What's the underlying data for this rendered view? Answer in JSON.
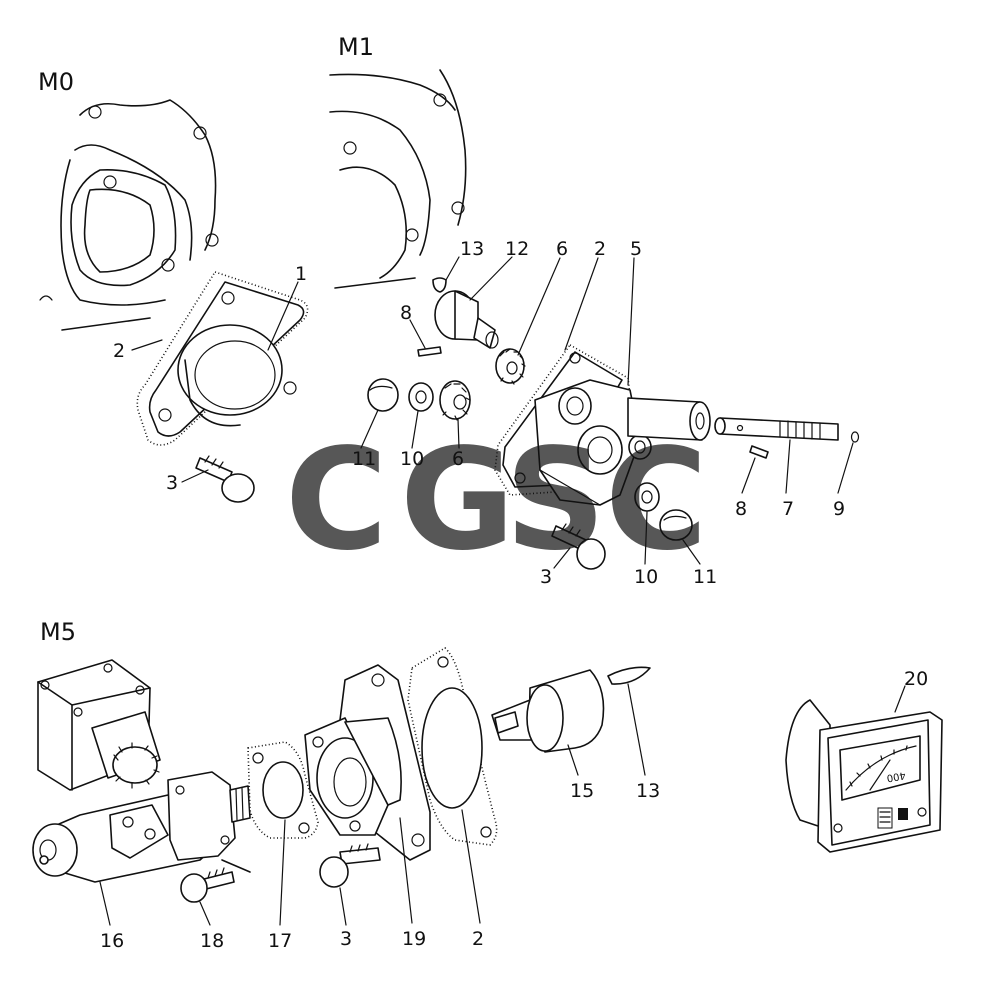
{
  "sections": {
    "m0": "M0",
    "m1": "M1",
    "m5": "M5"
  },
  "callouts": {
    "m0": {
      "c1": "1",
      "c2": "2",
      "c3": "3"
    },
    "m1": {
      "c13": "13",
      "c12": "12",
      "c6a": "6",
      "c2": "2",
      "c5": "5",
      "c8a": "8",
      "c11a": "11",
      "c10a": "10",
      "c6b": "6",
      "c8b": "8",
      "c7": "7",
      "c9": "9",
      "c3": "3",
      "c10b": "10",
      "c11b": "11"
    },
    "m5": {
      "c20": "20",
      "c15": "15",
      "c13": "13",
      "c16": "16",
      "c18": "18",
      "c17": "17",
      "c3": "3",
      "c19": "19",
      "c2": "2"
    }
  },
  "gauge": {
    "scale_text": "400"
  },
  "watermark": {
    "letters": [
      "C",
      "G",
      "S",
      "C"
    ],
    "colors": [
      "#4a8bf0",
      "#ea4c3a",
      "#f5c21b",
      "#32a85a"
    ]
  }
}
